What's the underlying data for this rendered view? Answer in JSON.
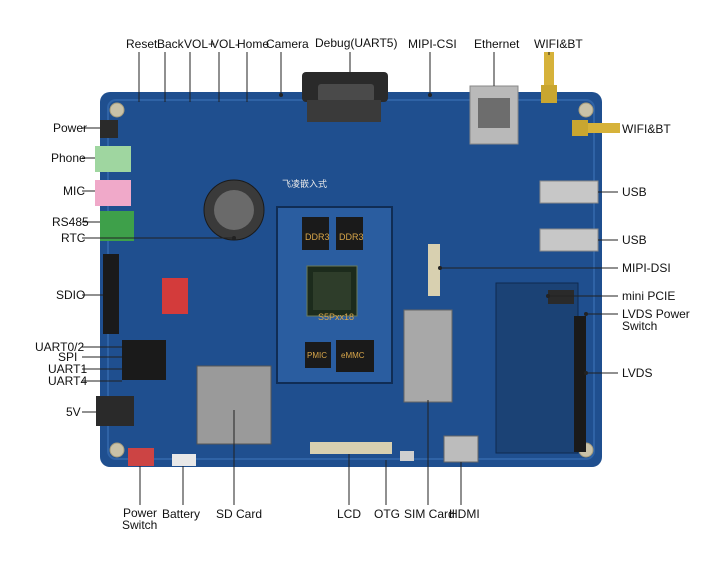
{
  "labels": {
    "top": {
      "reset": "Reset",
      "back": "Back",
      "vol_plus": "VOL+",
      "vol_minus": "VOL-",
      "home": "Home",
      "camera": "Camera",
      "debug": "Debug(UART5)",
      "mipi_csi": "MIPI-CSI",
      "ethernet": "Ethernet",
      "wifi_bt_top": "WIFI&BT"
    },
    "left": {
      "power": "Power",
      "phone": "Phone",
      "mic": "MIC",
      "rs485": "RS485",
      "rtc": "RTC",
      "sdio": "SDIO",
      "uart02": "UART0/2",
      "spi": "SPI",
      "uart1": "UART1",
      "uart4": "UART4",
      "v5": "5V"
    },
    "right": {
      "wifi_bt_right": "WIFI&BT",
      "usb1": "USB",
      "usb2": "USB",
      "mipi_dsi": "MIPI-DSI",
      "mini_pcie": "mini PCIE",
      "lvds_power_1": "LVDS Power",
      "lvds_power_2": "Switch",
      "lvds": "LVDS"
    },
    "bottom": {
      "power_switch_1": "Power",
      "power_switch_2": "Switch",
      "battery": "Battery",
      "sd_card": "SD Card",
      "lcd": "LCD",
      "otg": "OTG",
      "sim_card": "SIM Card",
      "hdmi": "HDMI"
    }
  },
  "board_text": {
    "ddr_a": "DDR3",
    "ddr_b": "DDR3",
    "soc": "S5Pxx18",
    "pmic": "PMIC",
    "emmc": "eMMC",
    "brand": "飞凌嵌入式"
  },
  "colors": {
    "pcb": "#1f4f8f",
    "pcb_dark": "#163c70",
    "core": "#2a5da0",
    "chip": "#1a1a1a",
    "gold": "#d8a64a",
    "leader": "#222222"
  }
}
